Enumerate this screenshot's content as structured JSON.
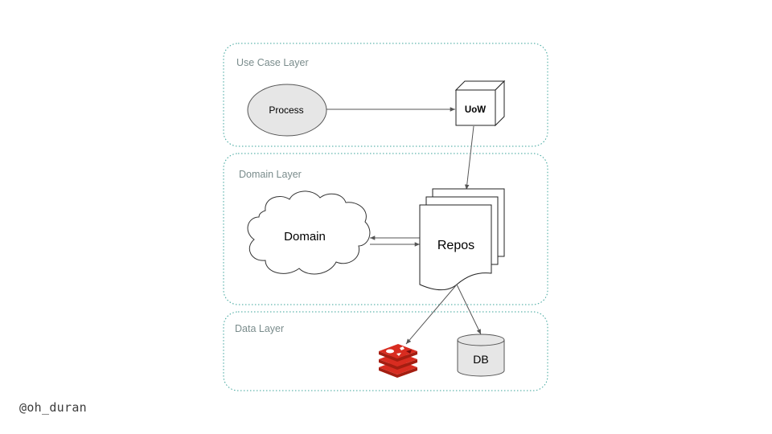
{
  "layers": {
    "use_case": "Use Case Layer",
    "domain": "Domain Layer",
    "data": "Data Layer"
  },
  "nodes": {
    "process": "Process",
    "uow": "UoW",
    "domain": "Domain",
    "repos": "Repos",
    "db": "DB"
  },
  "icons": {
    "cache": "redis-icon"
  },
  "handle": "@oh_duran",
  "colors": {
    "layer_border": "#3aa39a",
    "process_fill": "#e6e6e6",
    "redis_red": "#d82c20",
    "db_fill": "#e6e6e6"
  }
}
